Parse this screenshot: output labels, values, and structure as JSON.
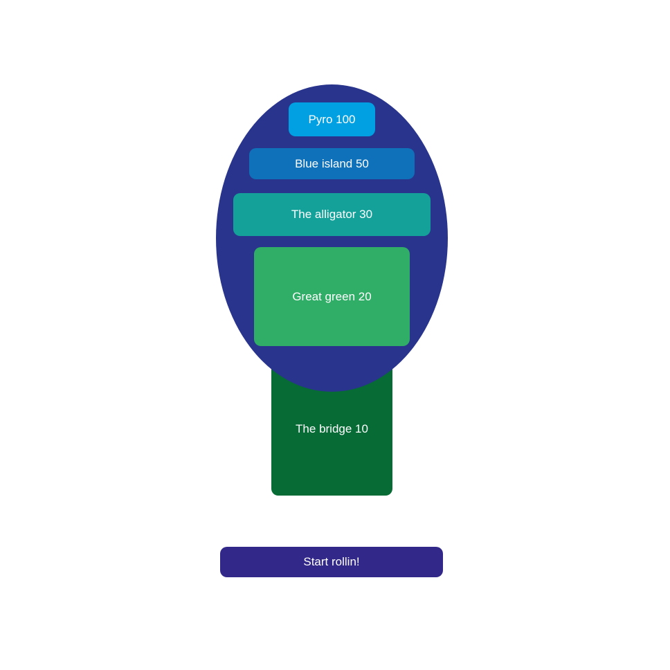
{
  "levels": [
    {
      "label": "Pyro 100",
      "color": "#00a0e3"
    },
    {
      "label": "Blue island 50",
      "color": "#0f71b9"
    },
    {
      "label": "The alligator 30",
      "color": "#13a19a"
    },
    {
      "label": "Great green 20",
      "color": "#30ad66"
    },
    {
      "label": "The bridge 10",
      "color": "#066b35"
    }
  ],
  "start_button": {
    "label": "Start rollin!",
    "color": "#32288a"
  },
  "background_shape_color": "#29348c"
}
